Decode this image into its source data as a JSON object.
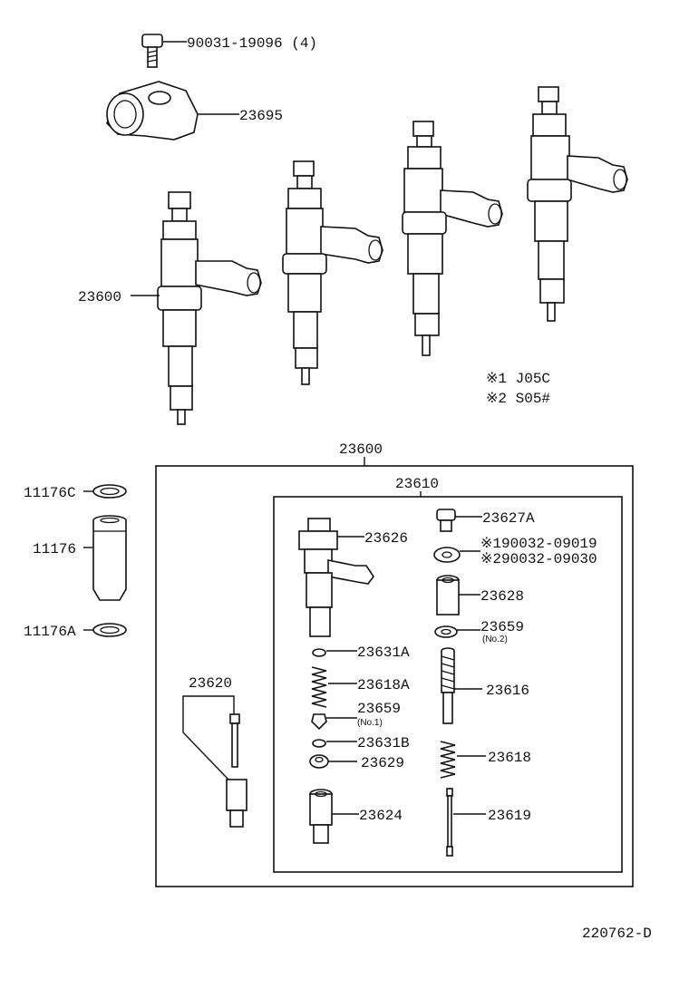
{
  "labels": {
    "bolt": "90031-19096 (4)",
    "clamp": "23695",
    "injector_assy": "23600",
    "note1": "※1 J05C",
    "note2": "※2 S05#",
    "box_outer": "23600",
    "box_inner": "23610",
    "gasket_top": "11176C",
    "sleeve": "11176",
    "gasket_bottom": "11176A",
    "body_23626": "23626",
    "plug_23627a": "23627A",
    "nut_x1": "※190032-09019",
    "nut_x2": "※290032-09030",
    "retainer_23628": "23628",
    "washer_23659_no2": "23659",
    "washer_no2": "(No.2)",
    "seat_23631a": "23631A",
    "spring_23618a": "23618A",
    "shim_23659_no1": "23659",
    "shim_no1": "(No.1)",
    "seat_23631b": "23631B",
    "pin_23629": "23629",
    "rod_23616": "23616",
    "spring_23618": "23618",
    "rod_23619": "23619",
    "nozzle_23620": "23620",
    "nut_23624": "23624",
    "diagram_id": "220762-D"
  }
}
